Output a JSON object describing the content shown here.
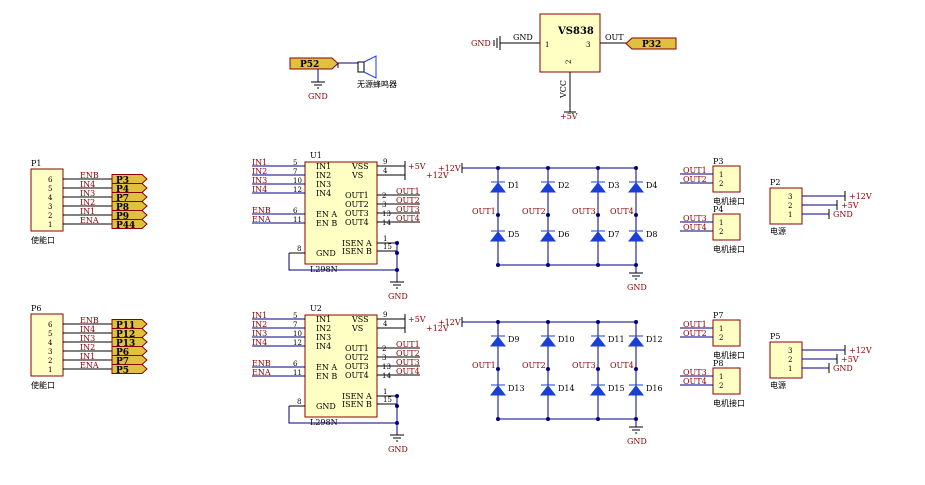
{
  "vs838": {
    "name": "VS838",
    "pin1": "1",
    "pin3": "3",
    "pin2": "2",
    "gnd_net": "GND",
    "gnd_label": "GND",
    "out_net": "OUT",
    "vcc_net": "VCC",
    "vcc_supply": "+5V",
    "port": "P32"
  },
  "buzzer": {
    "port": "P52",
    "gnd": "GND",
    "label": "无源蜂鸣器"
  },
  "enable_headers": [
    {
      "ref": "P1",
      "label": "使能口",
      "pins": [
        "6",
        "5",
        "4",
        "3",
        "2",
        "1"
      ],
      "nets": [
        "ENB",
        "IN4",
        "IN3",
        "IN2",
        "IN1",
        "ENA"
      ],
      "ports": [
        "P3",
        "P4",
        "P7",
        "P8",
        "P9",
        "P44"
      ]
    },
    {
      "ref": "P6",
      "label": "使能口",
      "pins": [
        "6",
        "5",
        "4",
        "3",
        "2",
        "1"
      ],
      "nets": [
        "ENB",
        "IN4",
        "IN3",
        "IN2",
        "IN1",
        "ENA"
      ],
      "ports": [
        "P11",
        "P12",
        "P13",
        "P6",
        "P7",
        "P5"
      ]
    }
  ],
  "drivers": [
    {
      "ref": "U1",
      "part": "L298N",
      "inputs": [
        {
          "net": "IN1",
          "num": "5",
          "name": "IN1"
        },
        {
          "net": "IN2",
          "num": "7",
          "name": "IN2"
        },
        {
          "net": "IN3",
          "num": "10",
          "name": "IN3"
        },
        {
          "net": "IN4",
          "num": "12",
          "name": "IN4"
        }
      ],
      "enables": [
        {
          "net": "ENB",
          "num": "6",
          "name": "EN A"
        },
        {
          "net": "ENA",
          "num": "11",
          "name": "EN B"
        }
      ],
      "gnd_pin": {
        "num": "8",
        "name": "GND"
      },
      "supplies": [
        {
          "num": "9",
          "name": "VSS",
          "net": "+5V"
        },
        {
          "num": "4",
          "name": "VS",
          "net": "+12V"
        }
      ],
      "outputs": [
        {
          "num": "2",
          "name": "OUT1",
          "net": "OUT1"
        },
        {
          "num": "3",
          "name": "OUT2",
          "net": "OUT2"
        },
        {
          "num": "13",
          "name": "OUT3",
          "net": "OUT3"
        },
        {
          "num": "14",
          "name": "OUT4",
          "net": "OUT4"
        }
      ],
      "sense": [
        {
          "num": "1",
          "name": "ISEN A"
        },
        {
          "num": "15",
          "name": "ISEN B"
        }
      ],
      "gnd": "GND"
    },
    {
      "ref": "U2",
      "part": "L298N",
      "inputs": [
        {
          "net": "IN1",
          "num": "5",
          "name": "IN1"
        },
        {
          "net": "IN2",
          "num": "7",
          "name": "IN2"
        },
        {
          "net": "IN3",
          "num": "10",
          "name": "IN3"
        },
        {
          "net": "IN4",
          "num": "12",
          "name": "IN4"
        }
      ],
      "enables": [
        {
          "net": "ENB",
          "num": "6",
          "name": "EN A"
        },
        {
          "net": "ENA",
          "num": "11",
          "name": "EN B"
        }
      ],
      "gnd_pin": {
        "num": "8",
        "name": "GND"
      },
      "supplies": [
        {
          "num": "9",
          "name": "VSS",
          "net": "+5V"
        },
        {
          "num": "4",
          "name": "VS",
          "net": "+12V"
        }
      ],
      "outputs": [
        {
          "num": "2",
          "name": "OUT1",
          "net": "OUT1"
        },
        {
          "num": "3",
          "name": "OUT2",
          "net": "OUT2"
        },
        {
          "num": "13",
          "name": "OUT3",
          "net": "OUT3"
        },
        {
          "num": "14",
          "name": "OUT4",
          "net": "OUT4"
        }
      ],
      "sense": [
        {
          "num": "1",
          "name": "ISEN A"
        },
        {
          "num": "15",
          "name": "ISEN B"
        }
      ],
      "gnd": "GND"
    }
  ],
  "bridges": [
    {
      "supply": "+12V",
      "gnd": "GND",
      "nets": [
        "OUT1",
        "OUT2",
        "OUT3",
        "OUT4"
      ],
      "top": [
        "D1",
        "D2",
        "D3",
        "D4"
      ],
      "bottom": [
        "D5",
        "D6",
        "D7",
        "D8"
      ]
    },
    {
      "supply": "+12V",
      "gnd": "GND",
      "nets": [
        "OUT1",
        "OUT2",
        "OUT3",
        "OUT4"
      ],
      "top": [
        "D9",
        "D10",
        "D11",
        "D12"
      ],
      "bottom": [
        "D13",
        "D14",
        "D15",
        "D16"
      ]
    }
  ],
  "motor_connectors": [
    {
      "ref": "P3",
      "nets": [
        "OUT1",
        "OUT2"
      ],
      "pins": [
        "1",
        "2"
      ],
      "label": "电机接口"
    },
    {
      "ref": "P4",
      "nets": [
        "OUT3",
        "OUT4"
      ],
      "pins": [
        "1",
        "2"
      ],
      "label": "电机接口"
    },
    {
      "ref": "P7",
      "nets": [
        "OUT1",
        "OUT2"
      ],
      "pins": [
        "1",
        "2"
      ],
      "label": "电机接口"
    },
    {
      "ref": "P8",
      "nets": [
        "OUT3",
        "OUT4"
      ],
      "pins": [
        "1",
        "2"
      ],
      "label": "电机接口"
    }
  ],
  "power_connectors": [
    {
      "ref": "P2",
      "label": "电源",
      "pins": [
        "3",
        "2",
        "1"
      ],
      "nets": [
        "+12V",
        "+5V",
        "GND"
      ]
    },
    {
      "ref": "P5",
      "label": "电源",
      "pins": [
        "3",
        "2",
        "1"
      ],
      "nets": [
        "+12V",
        "+5V",
        "GND"
      ]
    }
  ]
}
